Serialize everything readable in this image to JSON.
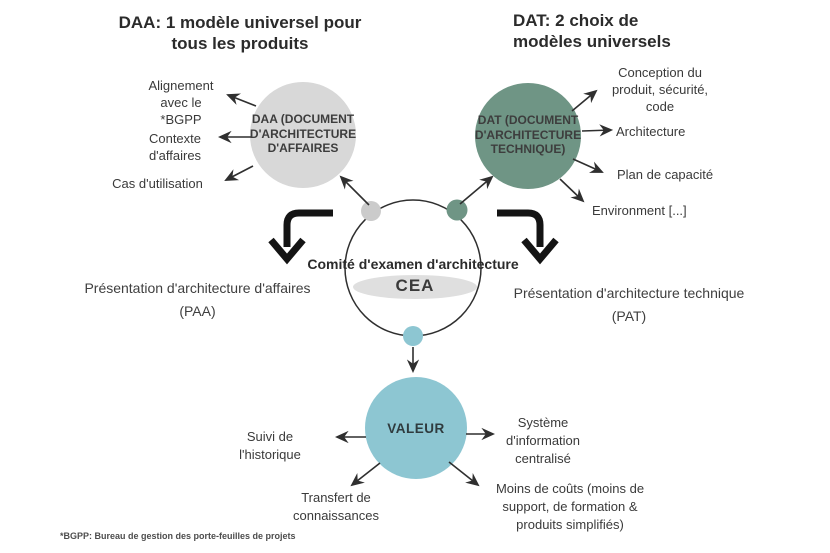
{
  "colors": {
    "daa_fill": "#d8d8d8",
    "dat_fill": "#6f9585",
    "valeur_fill": "#8dc6d2",
    "dot_gray": "#cbcbcb",
    "cea_ellipse_fill": "#dcdcdc",
    "line_dark": "#2f2f2f",
    "text_dark": "#3a3a3a"
  },
  "daa": {
    "title": "DAA: 1 modèle universel pour tous les produits",
    "circle_label": "DAA (DOCUMENT D'ARCHITECTURE D'AFFAIRES",
    "items": [
      "Alignement avec le *BGPP",
      "Contexte d'affaires",
      "Cas d'utilisation"
    ],
    "presentation": "Présentation d'architecture d'affaires",
    "presentation_acronym": "(PAA)"
  },
  "dat": {
    "title": "DAT: 2 choix de modèles universels",
    "circle_label": "DAT (DOCUMENT D'ARCHITECTURE TECHNIQUE)",
    "items": [
      "Conception du produit, sécurité, code",
      "Architecture",
      "Plan de capacité",
      "Environment [...]"
    ],
    "presentation": "Présentation d'architecture technique",
    "presentation_acronym": "(PAT)"
  },
  "cea": {
    "title": "Comité d'examen d'architecture",
    "acronym": "CEA"
  },
  "valeur": {
    "circle_label": "VALEUR",
    "items": [
      "Suivi de l'historique",
      "Transfert de connaissances",
      "Système d'information centralisé",
      "Moins de coûts (moins de support, de formation & produits simplifiés)"
    ]
  },
  "footnote": "*BGPP: Bureau de gestion des porte-feuilles de projets"
}
